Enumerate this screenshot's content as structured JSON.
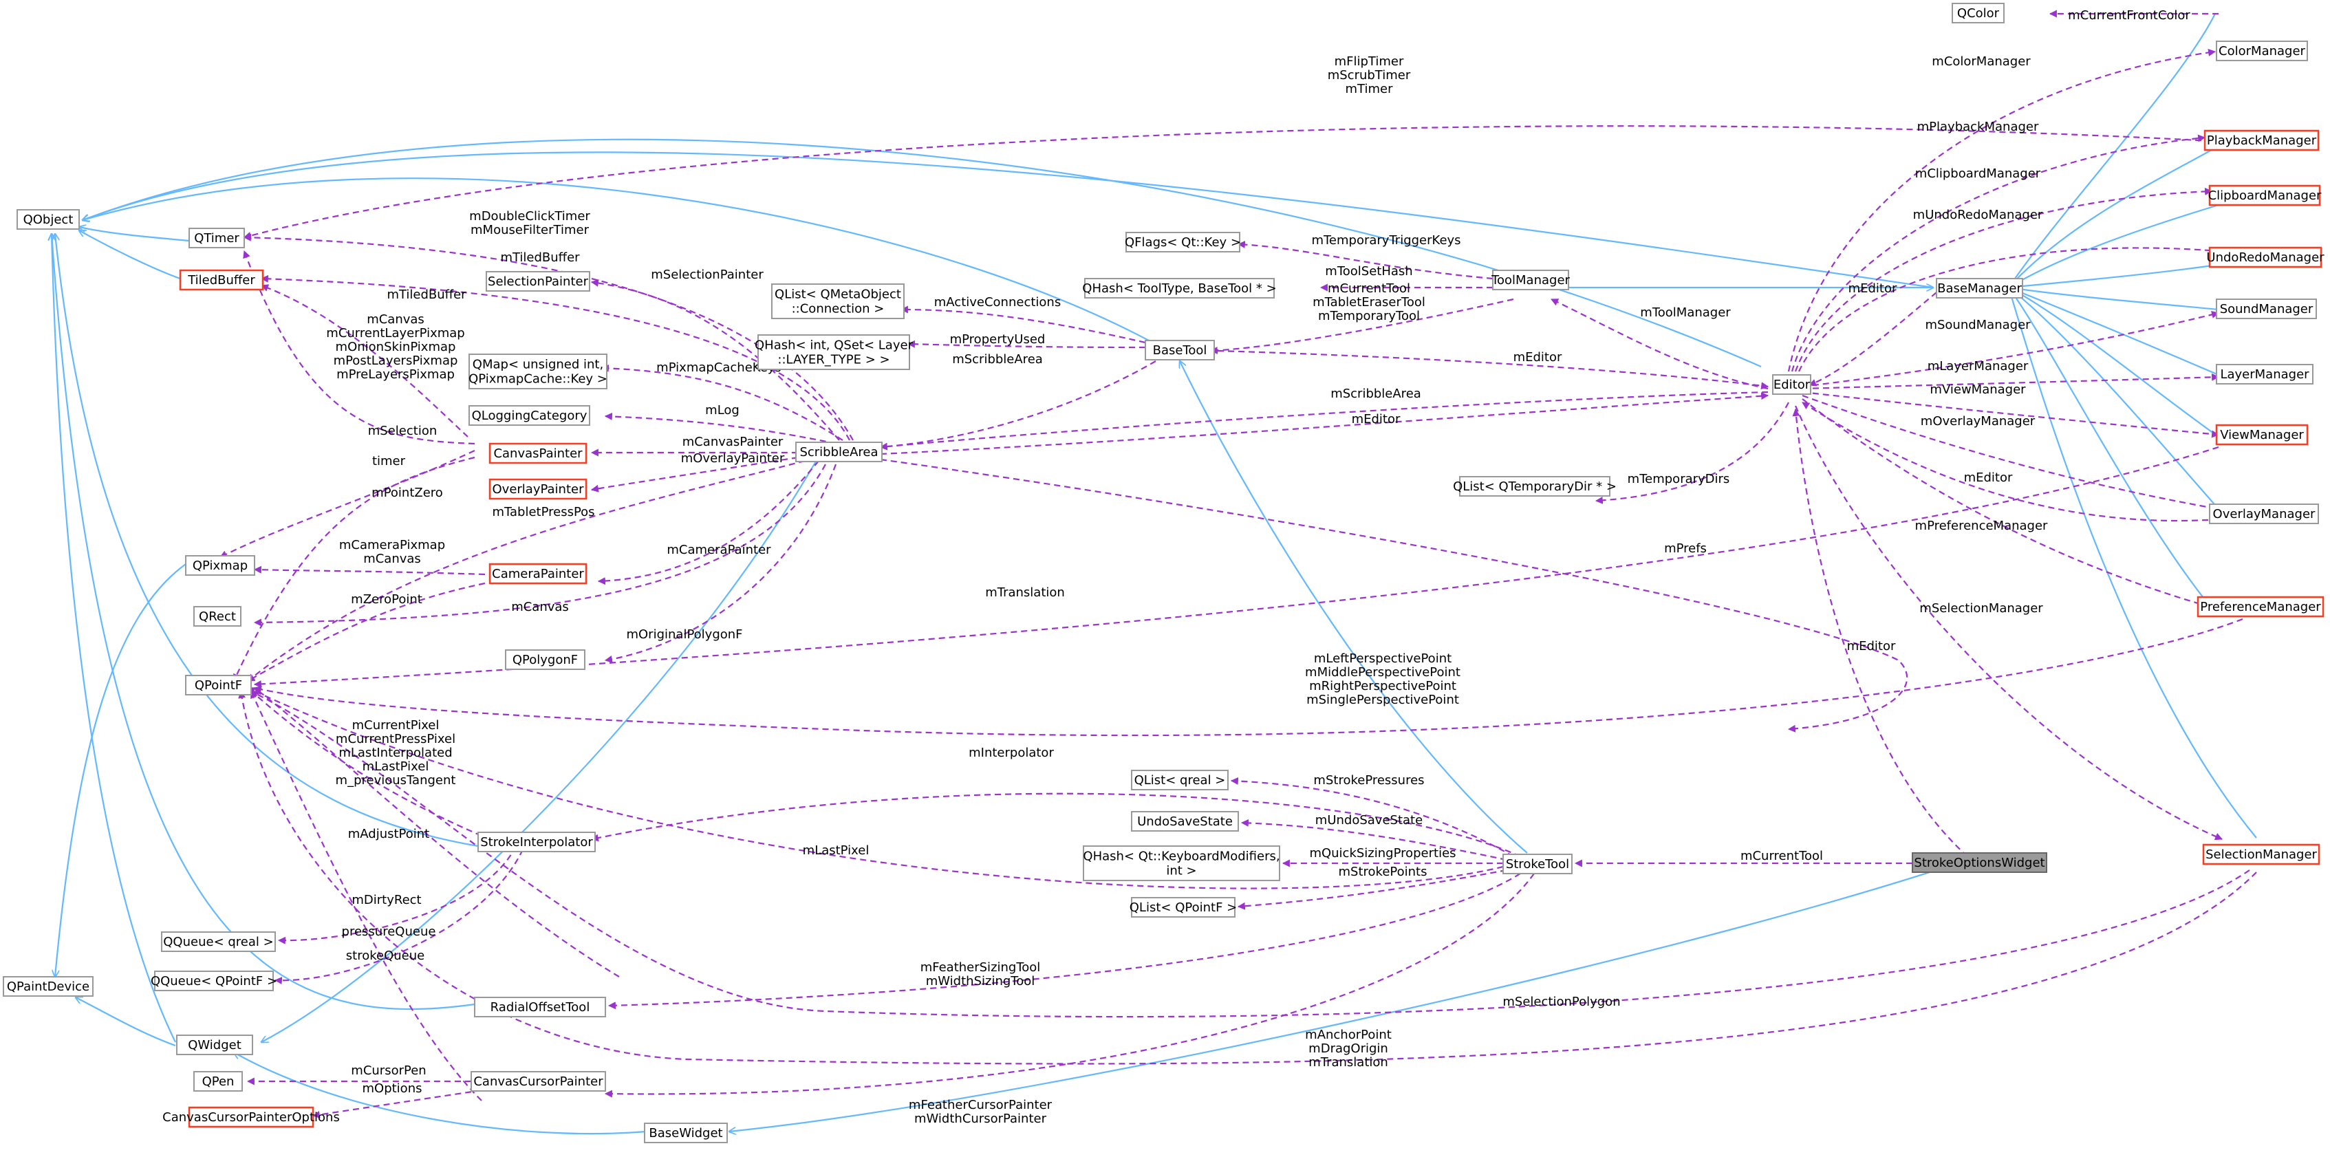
{
  "diagram": {
    "nodes": [
      {
        "id": "QColor",
        "label": [
          "QColor"
        ],
        "style": "normal"
      },
      {
        "id": "ColorManager",
        "label": [
          "ColorManager"
        ],
        "style": "normal"
      },
      {
        "id": "PlaybackManager",
        "label": [
          "PlaybackManager"
        ],
        "style": "red"
      },
      {
        "id": "ClipboardManager",
        "label": [
          "ClipboardManager"
        ],
        "style": "red"
      },
      {
        "id": "UndoRedoManager",
        "label": [
          "UndoRedoManager"
        ],
        "style": "red"
      },
      {
        "id": "SoundManager",
        "label": [
          "SoundManager"
        ],
        "style": "normal"
      },
      {
        "id": "LayerManager",
        "label": [
          "LayerManager"
        ],
        "style": "normal"
      },
      {
        "id": "ViewManager",
        "label": [
          "ViewManager"
        ],
        "style": "red"
      },
      {
        "id": "OverlayManager",
        "label": [
          "OverlayManager"
        ],
        "style": "normal"
      },
      {
        "id": "PreferenceManager",
        "label": [
          "PreferenceManager"
        ],
        "style": "red"
      },
      {
        "id": "SelectionManager",
        "label": [
          "SelectionManager"
        ],
        "style": "red"
      },
      {
        "id": "BaseManager",
        "label": [
          "BaseManager"
        ],
        "style": "normal"
      },
      {
        "id": "Editor",
        "label": [
          "Editor"
        ],
        "style": "normal"
      },
      {
        "id": "ToolManager",
        "label": [
          "ToolManager"
        ],
        "style": "normal"
      },
      {
        "id": "QFlags",
        "label": [
          "QFlags< Qt::Key >"
        ],
        "style": "normal"
      },
      {
        "id": "QHashToolType",
        "label": [
          "QHash< ToolType, BaseTool * >"
        ],
        "style": "normal"
      },
      {
        "id": "QListQMetaObject",
        "label": [
          "QList< QMetaObject",
          "::Connection >"
        ],
        "style": "normal"
      },
      {
        "id": "QHashIntQSet",
        "label": [
          "QHash< int, QSet< Layer",
          "::LAYER_TYPE > >"
        ],
        "style": "normal"
      },
      {
        "id": "BaseTool",
        "label": [
          "BaseTool"
        ],
        "style": "normal"
      },
      {
        "id": "QListQTemporaryDir",
        "label": [
          "QList< QTemporaryDir * >"
        ],
        "style": "normal"
      },
      {
        "id": "QObject",
        "label": [
          "QObject"
        ],
        "style": "normal"
      },
      {
        "id": "QTimer",
        "label": [
          "QTimer"
        ],
        "style": "normal"
      },
      {
        "id": "TiledBuffer",
        "label": [
          "TiledBuffer"
        ],
        "style": "red"
      },
      {
        "id": "SelectionPainter",
        "label": [
          "SelectionPainter"
        ],
        "style": "normal"
      },
      {
        "id": "QMapPixmap",
        "label": [
          "QMap< unsigned int,",
          "QPixmapCache::Key >"
        ],
        "style": "normal"
      },
      {
        "id": "QLoggingCategory",
        "label": [
          "QLoggingCategory"
        ],
        "style": "normal"
      },
      {
        "id": "CanvasPainter",
        "label": [
          "CanvasPainter"
        ],
        "style": "red"
      },
      {
        "id": "ScribbleArea",
        "label": [
          "ScribbleArea"
        ],
        "style": "normal"
      },
      {
        "id": "OverlayPainter",
        "label": [
          "OverlayPainter"
        ],
        "style": "red"
      },
      {
        "id": "CameraPainter",
        "label": [
          "CameraPainter"
        ],
        "style": "red"
      },
      {
        "id": "QPixmap",
        "label": [
          "QPixmap"
        ],
        "style": "normal"
      },
      {
        "id": "QRect",
        "label": [
          "QRect"
        ],
        "style": "normal"
      },
      {
        "id": "QPointF",
        "label": [
          "QPointF"
        ],
        "style": "normal"
      },
      {
        "id": "QPolygonF",
        "label": [
          "QPolygonF"
        ],
        "style": "normal"
      },
      {
        "id": "QListQreal",
        "label": [
          "QList< qreal >"
        ],
        "style": "normal"
      },
      {
        "id": "UndoSaveState",
        "label": [
          "UndoSaveState"
        ],
        "style": "dark"
      },
      {
        "id": "QHashKeyboard",
        "label": [
          "QHash< Qt::KeyboardModifiers,",
          "int >"
        ],
        "style": "normal"
      },
      {
        "id": "QListQPointF",
        "label": [
          "QList< QPointF >"
        ],
        "style": "normal"
      },
      {
        "id": "StrokeTool",
        "label": [
          "StrokeTool"
        ],
        "style": "normal"
      },
      {
        "id": "StrokeOptionsWidget",
        "label": [
          "StrokeOptionsWidget"
        ],
        "style": "focus"
      },
      {
        "id": "StrokeInterpolator",
        "label": [
          "StrokeInterpolator"
        ],
        "style": "normal"
      },
      {
        "id": "QQueueQreal",
        "label": [
          "QQueue< qreal >"
        ],
        "style": "normal"
      },
      {
        "id": "QQueueQPointF",
        "label": [
          "QQueue< QPointF >"
        ],
        "style": "normal"
      },
      {
        "id": "RadialOffsetTool",
        "label": [
          "RadialOffsetTool"
        ],
        "style": "normal"
      },
      {
        "id": "QPaintDevice",
        "label": [
          "QPaintDevice"
        ],
        "style": "normal"
      },
      {
        "id": "QWidget",
        "label": [
          "QWidget"
        ],
        "style": "normal"
      },
      {
        "id": "QPen",
        "label": [
          "QPen"
        ],
        "style": "normal"
      },
      {
        "id": "CanvasCursorPainter",
        "label": [
          "CanvasCursorPainter"
        ],
        "style": "normal"
      },
      {
        "id": "CanvasCursorPainterOptions",
        "label": [
          "CanvasCursorPainterOptions"
        ],
        "style": "red"
      },
      {
        "id": "BaseWidget",
        "label": [
          "BaseWidget"
        ],
        "style": "normal"
      }
    ],
    "edge_labels": [
      {
        "id": "mCurrentFrontColor",
        "lines": [
          "mCurrentFrontColor"
        ]
      },
      {
        "id": "mColorManager",
        "lines": [
          "mColorManager"
        ]
      },
      {
        "id": "mTimers",
        "lines": [
          "mFlipTimer",
          "mScrubTimer",
          "mTimer"
        ]
      },
      {
        "id": "mPlaybackManager",
        "lines": [
          "mPlaybackManager"
        ]
      },
      {
        "id": "mClipboardManager",
        "lines": [
          "mClipboardManager"
        ]
      },
      {
        "id": "mUndoRedoManager",
        "lines": [
          "mUndoRedoManager"
        ]
      },
      {
        "id": "mDoubleClickTimer",
        "lines": [
          "mDoubleClickTimer",
          "mMouseFilterTimer"
        ]
      },
      {
        "id": "mTemporaryTriggerKeys",
        "lines": [
          "mTemporaryTriggerKeys"
        ]
      },
      {
        "id": "mTiledBuffer1",
        "lines": [
          "mTiledBuffer"
        ]
      },
      {
        "id": "mToolSetHash",
        "lines": [
          "mToolSetHash"
        ]
      },
      {
        "id": "mEditorBM",
        "lines": [
          "mEditor"
        ]
      },
      {
        "id": "mCurrentTool",
        "lines": [
          "mCurrentTool",
          "mTabletEraserTool",
          "mTemporaryTool"
        ]
      },
      {
        "id": "mActiveConnections",
        "lines": [
          "mActiveConnections"
        ]
      },
      {
        "id": "mTiledBuffer2",
        "lines": [
          "mTiledBuffer"
        ]
      },
      {
        "id": "mSelectionPainter",
        "lines": [
          "mSelectionPainter"
        ]
      },
      {
        "id": "mToolManager",
        "lines": [
          "mToolManager"
        ]
      },
      {
        "id": "mSoundManager",
        "lines": [
          "mSoundManager"
        ]
      },
      {
        "id": "mPropertyUsed",
        "lines": [
          "mPropertyUsed"
        ]
      },
      {
        "id": "mScribbleAreaBT",
        "lines": [
          "mScribbleArea"
        ]
      },
      {
        "id": "mCanvasPixmaps",
        "lines": [
          "mCanvas",
          "mCurrentLayerPixmap",
          "mOnionSkinPixmap",
          "mPostLayersPixmap",
          "mPreLayersPixmap"
        ]
      },
      {
        "id": "mPixmapCacheKeys",
        "lines": [
          "mPixmapCacheKeys"
        ]
      },
      {
        "id": "mEditorBT",
        "lines": [
          "mEditor"
        ]
      },
      {
        "id": "mLayerManager",
        "lines": [
          "mLayerManager"
        ]
      },
      {
        "id": "mViewManager",
        "lines": [
          "mViewManager"
        ]
      },
      {
        "id": "mLog",
        "lines": [
          "mLog"
        ]
      },
      {
        "id": "mScribbleArea",
        "lines": [
          "mScribbleArea"
        ]
      },
      {
        "id": "mEditorSA",
        "lines": [
          "mEditor"
        ]
      },
      {
        "id": "mOverlayManager",
        "lines": [
          "mOverlayManager"
        ]
      },
      {
        "id": "mSelection",
        "lines": [
          "mSelection"
        ]
      },
      {
        "id": "mCanvasPainter",
        "lines": [
          "mCanvasPainter"
        ]
      },
      {
        "id": "timer",
        "lines": [
          "timer"
        ]
      },
      {
        "id": "mOverlayPainter",
        "lines": [
          "mOverlayPainter"
        ]
      },
      {
        "id": "mPointZero",
        "lines": [
          "mPointZero"
        ]
      },
      {
        "id": "mEditorOM",
        "lines": [
          "mEditor"
        ]
      },
      {
        "id": "mTemporaryDirs",
        "lines": [
          "mTemporaryDirs"
        ]
      },
      {
        "id": "mTabletPressPos",
        "lines": [
          "mTabletPressPos"
        ]
      },
      {
        "id": "mPreferenceManager",
        "lines": [
          "mPreferenceManager"
        ]
      },
      {
        "id": "mCameraPixmap",
        "lines": [
          "mCameraPixmap",
          "mCanvas"
        ]
      },
      {
        "id": "mCameraPainter",
        "lines": [
          "mCameraPainter"
        ]
      },
      {
        "id": "mPrefs",
        "lines": [
          "mPrefs"
        ]
      },
      {
        "id": "mZeroPoint",
        "lines": [
          "mZeroPoint"
        ]
      },
      {
        "id": "mTranslation1",
        "lines": [
          "mTranslation"
        ]
      },
      {
        "id": "mSelectionManager",
        "lines": [
          "mSelectionManager"
        ]
      },
      {
        "id": "mCanvas",
        "lines": [
          "mCanvas"
        ]
      },
      {
        "id": "mOriginalPolygonF",
        "lines": [
          "mOriginalPolygonF"
        ]
      },
      {
        "id": "mEditorSOW",
        "lines": [
          "mEditor"
        ]
      },
      {
        "id": "mPerspective",
        "lines": [
          "mLeftPerspectivePoint",
          "mMiddlePerspectivePoint",
          "mRightPerspectivePoint",
          "mSinglePerspectivePoint"
        ]
      },
      {
        "id": "mCurrentPixel",
        "lines": [
          "mCurrentPixel",
          "mCurrentPressPixel",
          "mLastInterpolated",
          "mLastPixel",
          "m_previousTangent"
        ]
      },
      {
        "id": "mInterpolator",
        "lines": [
          "mInterpolator"
        ]
      },
      {
        "id": "mStrokePressures",
        "lines": [
          "mStrokePressures"
        ]
      },
      {
        "id": "mUndoSaveState",
        "lines": [
          "mUndoSaveState"
        ]
      },
      {
        "id": "mAdjustPoint",
        "lines": [
          "mAdjustPoint"
        ]
      },
      {
        "id": "mQuickSizing",
        "lines": [
          "mQuickSizingProperties"
        ]
      },
      {
        "id": "mCurrentToolSOW",
        "lines": [
          "mCurrentTool"
        ]
      },
      {
        "id": "mLastPixel",
        "lines": [
          "mLastPixel"
        ]
      },
      {
        "id": "mStrokePoints",
        "lines": [
          "mStrokePoints"
        ]
      },
      {
        "id": "mDirtyRect",
        "lines": [
          "mDirtyRect"
        ]
      },
      {
        "id": "pressureQueue",
        "lines": [
          "pressureQueue"
        ]
      },
      {
        "id": "strokeQueue",
        "lines": [
          "strokeQueue"
        ]
      },
      {
        "id": "mFeatherSizingTool",
        "lines": [
          "mFeatherSizingTool",
          "mWidthSizingTool"
        ]
      },
      {
        "id": "mSelectionPolygon",
        "lines": [
          "mSelectionPolygon"
        ]
      },
      {
        "id": "mAnchorPoint",
        "lines": [
          "mAnchorPoint",
          "mDragOrigin",
          "mTranslation"
        ]
      },
      {
        "id": "mCursorPen",
        "lines": [
          "mCursorPen"
        ]
      },
      {
        "id": "mFeatherCursorPainter",
        "lines": [
          "mFeatherCursorPainter",
          "mWidthCursorPainter"
        ]
      },
      {
        "id": "mOptions",
        "lines": [
          "mOptions"
        ]
      }
    ]
  }
}
